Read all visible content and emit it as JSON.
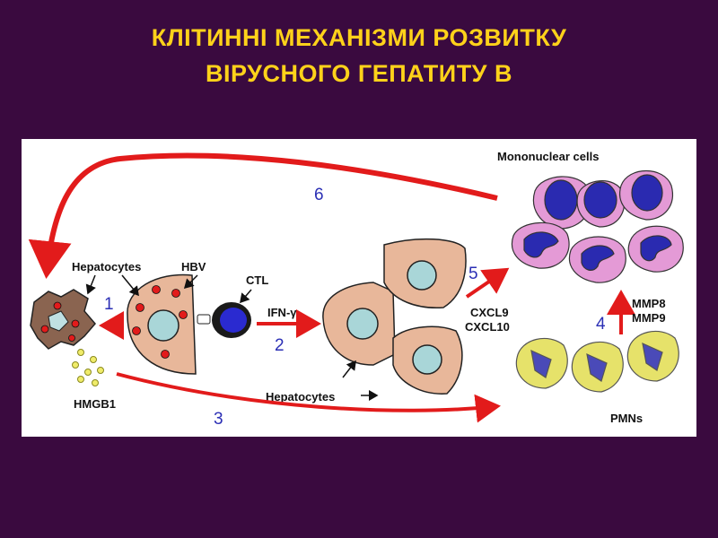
{
  "title": {
    "line1": "КЛІТИННІ МЕХАНІЗМИ РОЗВИТКУ",
    "line2": "ВІРУСНОГО ГЕПАТИТУ В"
  },
  "diagram": {
    "labels": {
      "hepatocytes_top": "Hepatocytes",
      "hbv": "HBV",
      "ctl": "CTL",
      "ifn": "IFN-γ",
      "hepatocytes_bottom": "Hepatocytes",
      "hmgb1": "HMGB1",
      "cxcl9": "CXCL9",
      "cxcl10": "CXCL10",
      "mononuclear": "Mononuclear cells",
      "mmp8": "MMP8",
      "mmp9": "MMP9",
      "pmns": "PMNs"
    },
    "steps": [
      "1",
      "2",
      "3",
      "4",
      "5",
      "6"
    ],
    "colors": {
      "arrow": "#e21b1b",
      "number": "#2b2fb5",
      "hepatocyte_fill": "#e8b79a",
      "nucleus": "#a9d6d8",
      "mononuclear_cyto": "#e49ad6",
      "mononuclear_nucleus": "#2a2ab0",
      "pmn_fill": "#e6e26a",
      "pmn_nucleus": "#4a4ab8"
    }
  }
}
